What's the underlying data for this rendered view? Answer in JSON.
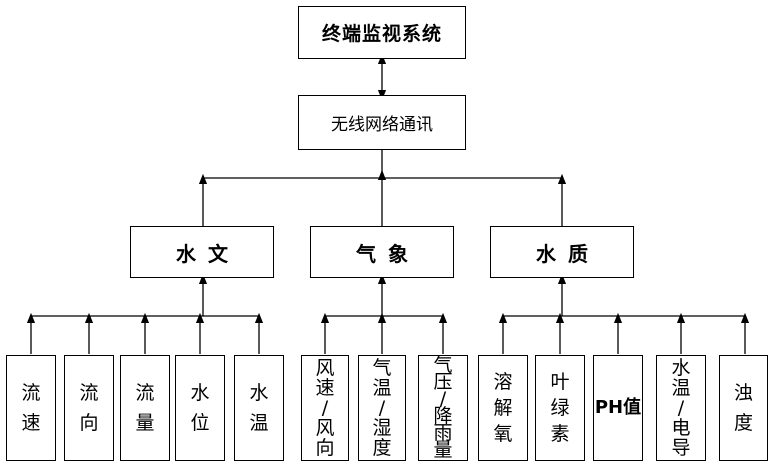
{
  "top": "终端监视系统",
  "network": "无线网络通讯",
  "categories": [
    {
      "label": "水文",
      "items": [
        {
          "lines": [
            "流",
            "速"
          ]
        },
        {
          "lines": [
            "流",
            "向"
          ]
        },
        {
          "lines": [
            "流",
            "量"
          ]
        },
        {
          "lines": [
            "水",
            "位"
          ]
        },
        {
          "lines": [
            "水",
            "温"
          ]
        }
      ]
    },
    {
      "label": "气象",
      "items": [
        {
          "lines": [
            "风",
            "速",
            "/",
            "风",
            "向"
          ]
        },
        {
          "lines": [
            "气",
            "温",
            "/",
            "湿",
            "度"
          ]
        },
        {
          "lines": [
            "气",
            "压",
            "/",
            "降",
            "雨",
            "量"
          ]
        }
      ]
    },
    {
      "label": "水质",
      "items": [
        {
          "lines": [
            "溶",
            "解",
            "氧"
          ]
        },
        {
          "lines": [
            "叶",
            "绿",
            "素"
          ]
        },
        {
          "lines": [
            "PH值"
          ]
        },
        {
          "lines": [
            "水",
            "温",
            "/",
            "电",
            "导"
          ]
        },
        {
          "lines": [
            "浊",
            "度"
          ]
        }
      ]
    }
  ]
}
